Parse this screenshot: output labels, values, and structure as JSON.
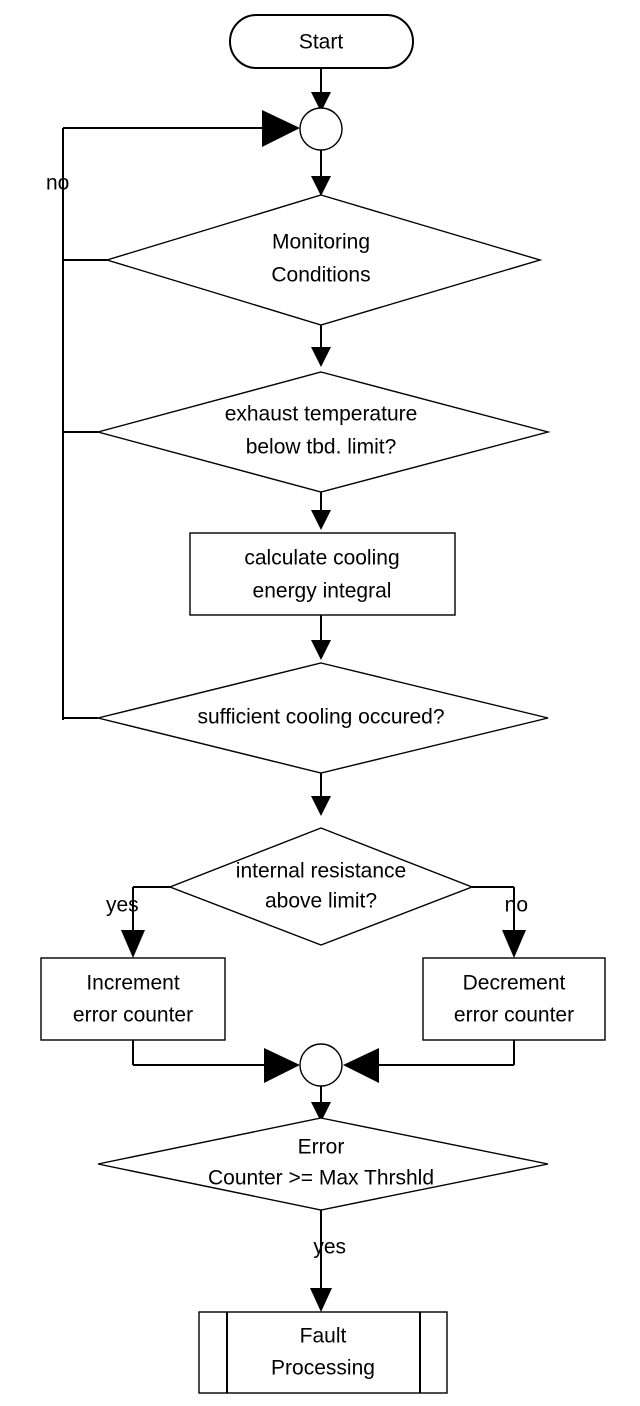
{
  "diagram": {
    "type": "flowchart",
    "title": "Exhaust temperature / cooling energy monitoring flowchart",
    "background_color": "#ffffff",
    "line_color": "#000000",
    "text_color": "#000000"
  },
  "nodes": {
    "start": {
      "shape": "terminator",
      "label": "Start"
    },
    "junction_top": {
      "shape": "connector-circle",
      "label": ""
    },
    "monitoring_conditions": {
      "shape": "decision",
      "label_line1": "Monitoring",
      "label_line2": "Conditions"
    },
    "exhaust_temperature": {
      "shape": "decision",
      "label_line1": "exhaust temperature",
      "label_line2": "below tbd. limit?"
    },
    "calculate_cooling": {
      "shape": "process",
      "label_line1": "calculate cooling",
      "label_line2": "energy integral"
    },
    "sufficient_cooling": {
      "shape": "decision",
      "label_line1": "sufficient cooling occured?",
      "label_line2": ""
    },
    "internal_resistance": {
      "shape": "decision",
      "label_line1": "internal resistance",
      "label_line2": "above limit?"
    },
    "increment_counter": {
      "shape": "process",
      "label_line1": "Increment",
      "label_line2": "error counter"
    },
    "decrement_counter": {
      "shape": "process",
      "label_line1": "Decrement",
      "label_line2": "error counter"
    },
    "junction_merge": {
      "shape": "connector-circle",
      "label": ""
    },
    "error_counter_threshold": {
      "shape": "decision",
      "label_line1": "Error",
      "label_line2": "Counter >= Max Thrshld"
    },
    "fault_processing": {
      "shape": "predefined-process",
      "label_line1": "Fault",
      "label_line2": "Processing"
    }
  },
  "edge_labels": {
    "feedback_no": "no",
    "internal_resistance_yes": "yes",
    "internal_resistance_no": "no",
    "threshold_yes": "yes"
  }
}
